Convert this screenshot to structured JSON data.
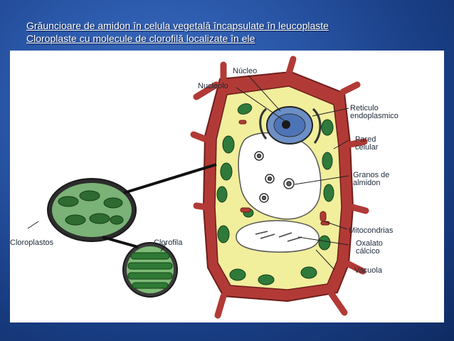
{
  "slide": {
    "title_line1": "Grăuncioare de amidon în celula vegetală încapsulate în leucoplaste",
    "title_line2": "Cloroplaste cu molecule de clorofilă localizate în ele"
  },
  "diagram": {
    "labels": {
      "nucleo": "Núcleo",
      "nucleolo": "Nucleolo",
      "reticulo_1": "Reticulo",
      "reticulo_2": "endoplasmico",
      "pared_1": "Pared",
      "pared_2": "celular",
      "granos_1": "Granos de",
      "granos_2": "almidon",
      "mitocondrias": "Mitocondrias",
      "oxalato_1": "Oxalato",
      "oxalato_2": "cálcico",
      "vacuola": "Vacuola",
      "cloroplastos": "Cloroplastos",
      "clorofila": "Clorofila"
    },
    "colors": {
      "cell_wall": "#b23a36",
      "cytoplasm": "#f1ee9c",
      "chloroplast": "#2f7a3a",
      "vacuole": "#ffffff",
      "nucleus": "#6b8fc6"
    }
  }
}
